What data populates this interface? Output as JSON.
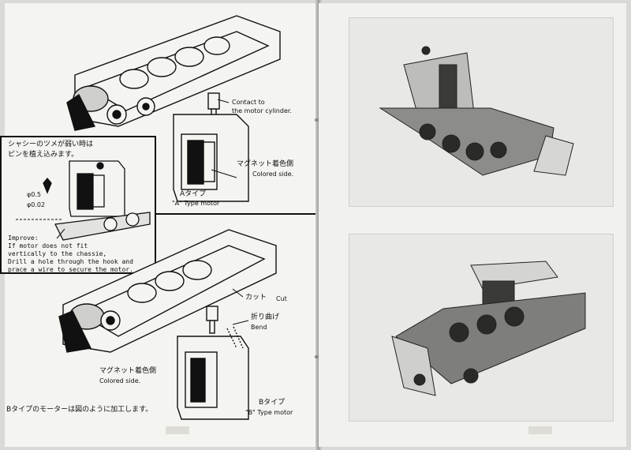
{
  "top_diagram": {
    "contact_label_line1": "Contact to",
    "contact_label_line2": "the motor cylinder.",
    "magnet_jp": "マグネット着色側",
    "magnet_en": "Colored side.",
    "type_jp": "Aタイプ",
    "type_en": "\"A\" Type motor"
  },
  "inset": {
    "jp_line1": "シャシーのツメが弱い時は",
    "jp_line2": "ピンを植え込みます。",
    "dim1": "φ0.5",
    "dim2": "φ0.02",
    "improve_title": "Improve:",
    "improve_line1": "If motor does not fit",
    "improve_line2": "vertically to the chassie,",
    "improve_line3": "Drill a hole through the hook and",
    "improve_line4": "prace a wire to secure the motor."
  },
  "bottom_diagram": {
    "cut_jp": "カット",
    "cut_en": "Cut",
    "bend_jp": "折り曲げ",
    "bend_en": "Bend",
    "magnet_jp": "マグネット着色側",
    "magnet_en": "Colored side.",
    "type_jp": "Bタイプ",
    "type_en": "\"B\" Type motor",
    "caption_jp": "Bタイプのモーターは図のように加工します。"
  },
  "colors": {
    "ink": "#111111",
    "paper": "#f4f4f1",
    "photo_bg": "#e8e8e4",
    "metal": "#8c8c88"
  }
}
